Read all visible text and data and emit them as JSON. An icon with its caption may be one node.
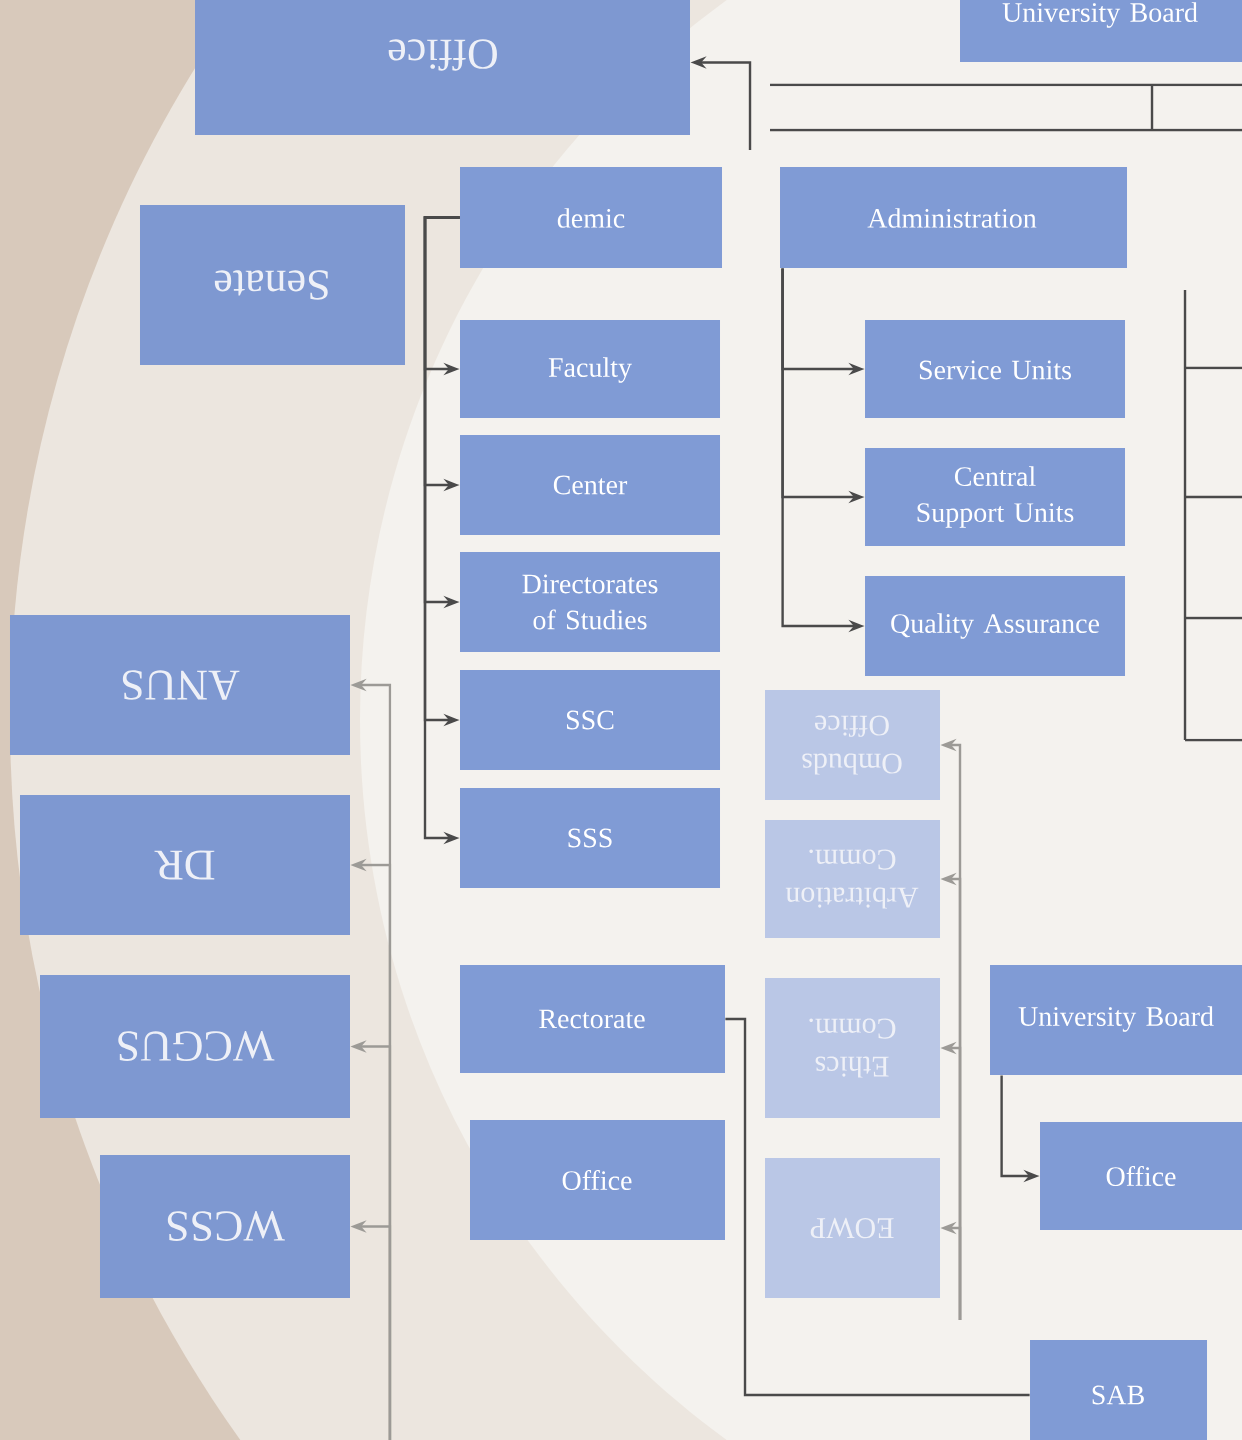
{
  "diagram": {
    "nodes": [
      {
        "text": [
          "Office"
        ]
      },
      {
        "text": [
          "University Board"
        ]
      },
      {
        "text": [
          "demic"
        ]
      },
      {
        "text": [
          "Administration"
        ]
      },
      {
        "text": [
          "Senate"
        ]
      },
      {
        "text": [
          "Faculty"
        ]
      },
      {
        "text": [
          "Service Units"
        ]
      },
      {
        "text": [
          "Center"
        ]
      },
      {
        "text": [
          "Central Support Units"
        ]
      },
      {
        "text": [
          "Directorates of Studies"
        ]
      },
      {
        "text": [
          "Quality Assurance"
        ]
      },
      {
        "text": [
          "ANUS"
        ]
      },
      {
        "text": [
          "SSC"
        ]
      },
      {
        "text": [
          "Ombuds Office"
        ]
      },
      {
        "text": [
          "DR"
        ]
      },
      {
        "text": [
          "SSS"
        ]
      },
      {
        "text": [
          "Arbitration Comm."
        ]
      },
      {
        "text": [
          "WCGUS"
        ]
      },
      {
        "text": [
          "Rectorate"
        ]
      },
      {
        "text": [
          "Ethics Comm."
        ]
      },
      {
        "text": [
          "University Board"
        ]
      },
      {
        "text": [
          "WCSS"
        ]
      },
      {
        "text": [
          "Office"
        ]
      },
      {
        "text": [
          "EOWP"
        ]
      },
      {
        "text": [
          "Office"
        ]
      },
      {
        "text": [
          "SAB"
        ]
      }
    ],
    "edges": [
      {
        "from": null,
        "to": 0,
        "arrow": "to"
      },
      {
        "from": 2,
        "to": 7,
        "arrow": "to"
      },
      {
        "from": 2,
        "to": 9,
        "arrow": "to"
      },
      {
        "from": 2,
        "to": 12,
        "arrow": "to"
      },
      {
        "from": 2,
        "to": 15,
        "arrow": "to"
      },
      {
        "from": 2,
        "to": 5,
        "arrow": "to"
      },
      {
        "from": 3,
        "to": 6,
        "arrow": "to"
      },
      {
        "from": 3,
        "to": 8,
        "arrow": "to"
      },
      {
        "from": 3,
        "to": 10,
        "arrow": "to"
      },
      {
        "from": null,
        "to": 11,
        "arrow": "to",
        "color": "#9c9a96"
      },
      {
        "from": null,
        "to": 14,
        "arrow": "to",
        "color": "#9c9a96"
      },
      {
        "from": null,
        "to": 17,
        "arrow": "to",
        "color": "#9c9a96"
      },
      {
        "from": null,
        "to": 21,
        "arrow": "to",
        "color": "#9c9a96"
      },
      {
        "from": null,
        "to": 13,
        "arrow": "to",
        "color": "#9c9a96"
      },
      {
        "from": null,
        "to": 16,
        "arrow": "to",
        "color": "#9c9a96"
      },
      {
        "from": null,
        "to": 19,
        "arrow": "to",
        "color": "#9c9a96"
      },
      {
        "from": null,
        "to": 23,
        "arrow": "to",
        "color": "#9c9a96"
      },
      {
        "from": 18,
        "to": 25,
        "arrow": "none"
      },
      {
        "from": 20,
        "to": 24,
        "arrow": "to"
      }
    ]
  }
}
